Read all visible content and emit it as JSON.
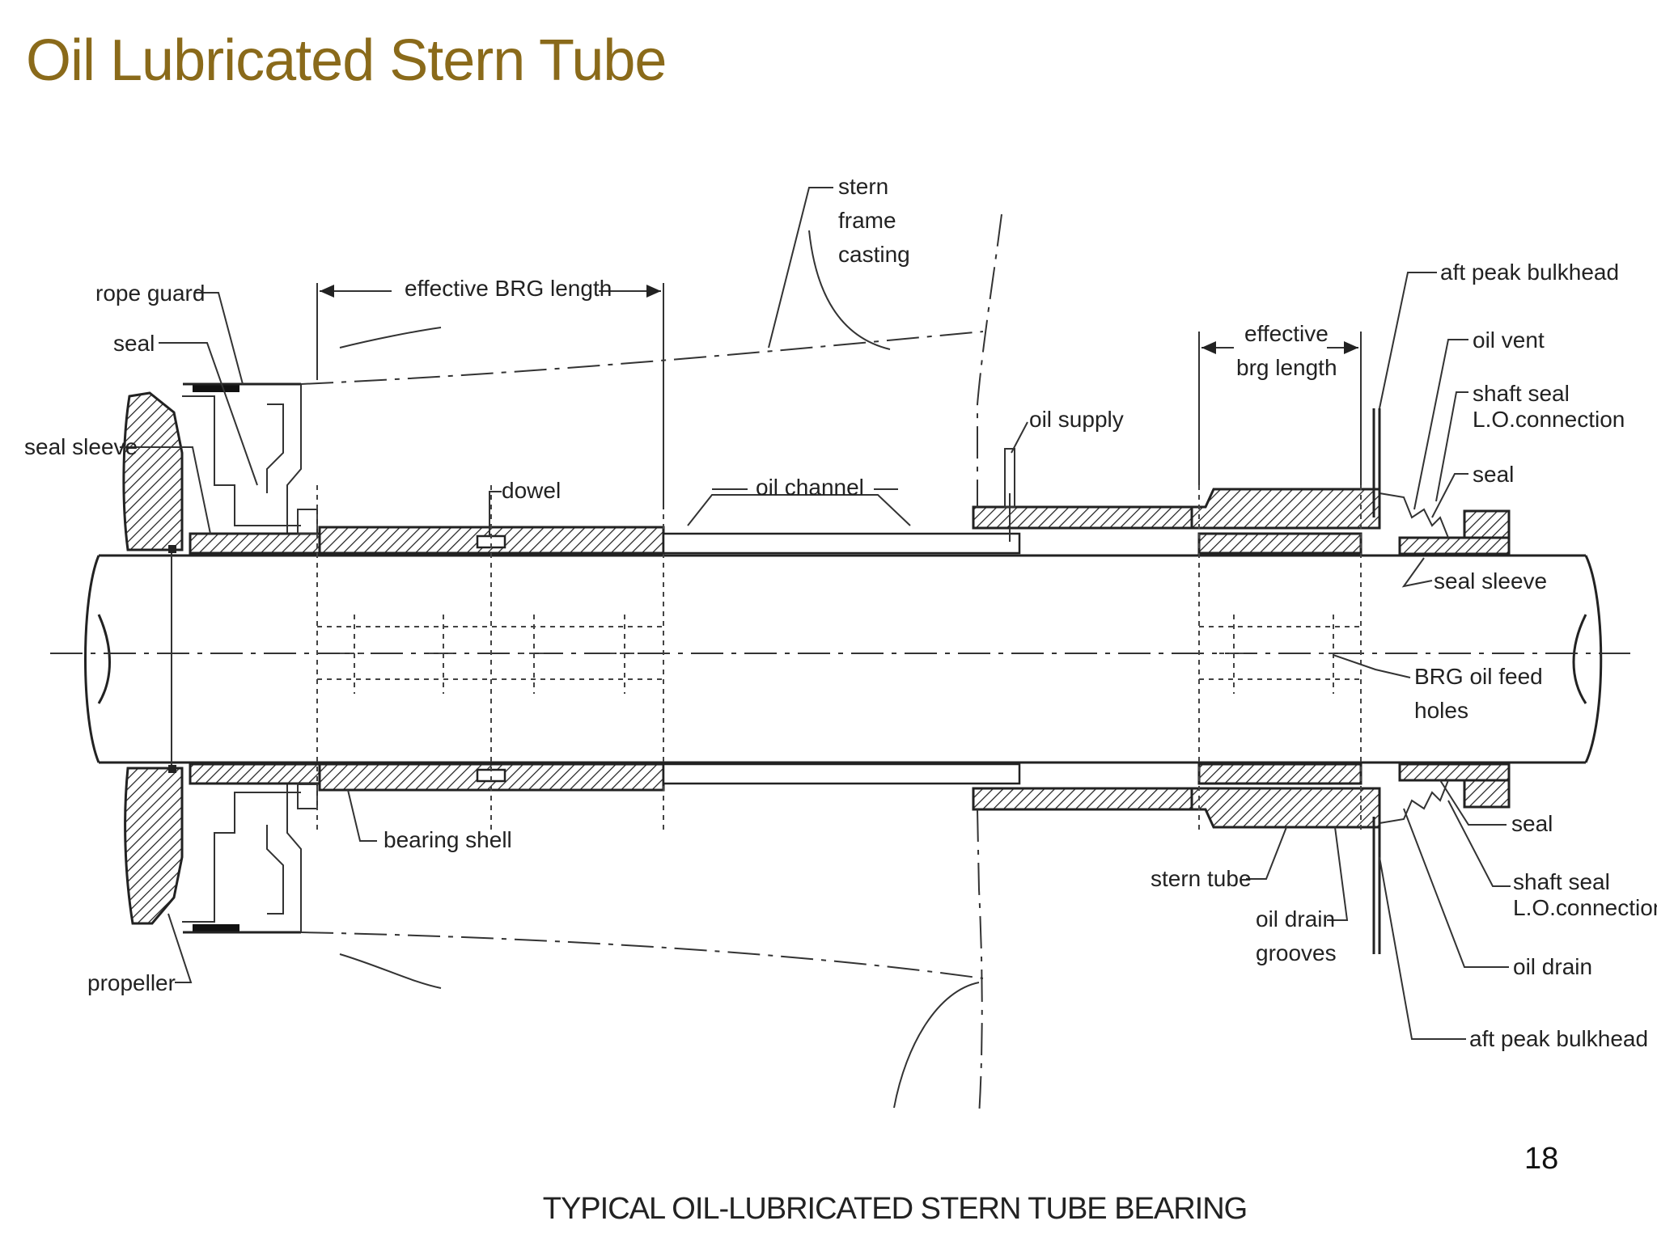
{
  "slide": {
    "title": "Oil Lubricated Stern Tube",
    "page_number": "18",
    "caption": "TYPICAL OIL-LUBRICATED STERN TUBE BEARING"
  },
  "labels": {
    "rope_guard": "rope guard",
    "seal_aft_top": "seal",
    "seal_sleeve_left": "seal sleeve",
    "propeller": "propeller",
    "effective_brg_length": "effective BRG length",
    "stern_frame_line1": "stern",
    "stern_frame_line2": "frame",
    "stern_frame_line3": "casting",
    "dowel": "dowel",
    "oil_channel": "oil channel",
    "oil_supply": "oil supply",
    "bearing_shell": "bearing shell",
    "effective_fwd_line1": "effective",
    "effective_fwd_line2": "brg length",
    "aft_peak_bulkhead_top": "aft peak bulkhead",
    "oil_vent": "oil vent",
    "shaft_seal_top_line1": "shaft seal",
    "shaft_seal_top_line2": "L.O.connection",
    "seal_fwd_top": "seal",
    "seal_sleeve_right": "seal sleeve",
    "brg_oil_feed_line1": "BRG oil feed",
    "brg_oil_feed_line2": "holes",
    "seal_fwd_bottom": "seal",
    "shaft_seal_bottom_line1": "shaft seal",
    "shaft_seal_bottom_line2": "L.O.connection",
    "stern_tube": "stern tube",
    "oil_drain_grooves_line1": "oil drain",
    "oil_drain_grooves_line2": "grooves",
    "oil_drain": "oil drain",
    "aft_peak_bulkhead_bottom": "aft peak bulkhead"
  }
}
